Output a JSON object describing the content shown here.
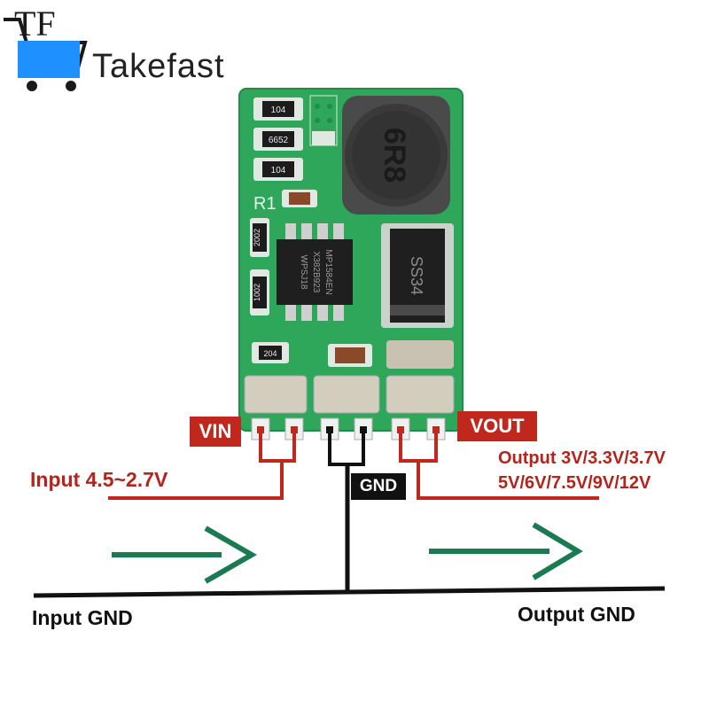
{
  "brand": {
    "name": "Takefast",
    "logo_letters": "TF",
    "colors": {
      "cart": "#1e90ff",
      "text": "#222222"
    }
  },
  "board": {
    "chip_markings": [
      "MP1584EN",
      "X382B923",
      "WPSJ18"
    ],
    "diode_marking": "SS34",
    "inductor_marking": "6R8",
    "resistor_markings": [
      "104",
      "6652",
      "104",
      "2002",
      "1002",
      "204"
    ],
    "silkscreen": "R1"
  },
  "labels": {
    "vin": "VIN",
    "vout": "VOUT",
    "gnd": "GND",
    "input_range": "Input 4.5~2.7V",
    "output_line1": "Output 3V/3.3V/3.7V",
    "output_line2": "5V/6V/7.5V/9V/12V",
    "input_gnd": "Input GND",
    "output_gnd": "Output GND"
  },
  "colors": {
    "label_red": "#b5241c",
    "tag_red": "#c0281e",
    "tag_black": "#111111",
    "arrow_green": "#1a7a52",
    "pcb_green": "#2fa75a"
  }
}
